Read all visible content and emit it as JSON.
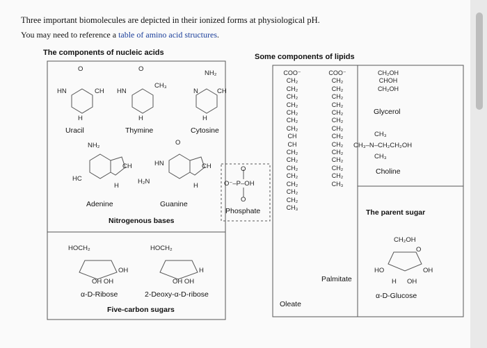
{
  "question": {
    "line1": "Three important biomolecules are depicted in their ionized forms at physiological pH.",
    "line2_prefix": "You may need to reference a ",
    "line2_link": "table of amino acid structures",
    "line2_suffix": "."
  },
  "nucleic": {
    "heading": "The components of nucleic acids",
    "uracil": "Uracil",
    "thymine": "Thymine",
    "cytosine": "Cytosine",
    "adenine": "Adenine",
    "guanine": "Guanine",
    "nitrogenous": "Nitrogenous bases",
    "phosphate": "Phosphate",
    "ribose": "α-D-Ribose",
    "deoxyribose": "2-Deoxy-α-D-ribose",
    "sugars": "Five-carbon sugars",
    "atoms": {
      "hn": "HN",
      "ch": "CH",
      "nh2": "NH₂",
      "ch3": "CH₃",
      "n": "N",
      "h": "H",
      "o": "O",
      "hc": "HC",
      "h2n": "H₂N",
      "hoch2": "HOCH₂",
      "oh": "OH",
      "ohoh": "OH  OH",
      "phos": "O⁻–P–OH"
    }
  },
  "lipids": {
    "heading": "Some components of lipids",
    "oleate": "Oleate",
    "palmitate": "Palmitate",
    "glycerol": "Glycerol",
    "choline": "Choline",
    "parent_sugar": "The parent sugar",
    "glucose": "α-D-Glucose",
    "oleate_col": "COO⁻\nCH₂\nCH₂\nCH₂\nCH₂\nCH₂\nCH₂\nCH₂\nCH\nCH\nCH₂\nCH₂\nCH₂\nCH₂\nCH₂\nCH₂\nCH₂\nCH₃",
    "palmitate_col": "COO⁻\nCH₂\nCH₂\nCH₂\nCH₂\nCH₂\nCH₂\nCH₂\nCH₂\nCH₂\nCH₂\nCH₂\nCH₂\nCH₂\nCH₃",
    "glycerol_col": "CH₂OH\nCHOH\nCH₂OH",
    "choline_top": "CH₃",
    "choline_mid": "CH₃–N–CH₂CH₂OH",
    "choline_bot": "CH₃",
    "glucose_ch2oh": "CH₂OH",
    "glucose_o": "O",
    "glucose_ho": "HO",
    "glucose_oh": "OH",
    "glucose_h": "H"
  }
}
